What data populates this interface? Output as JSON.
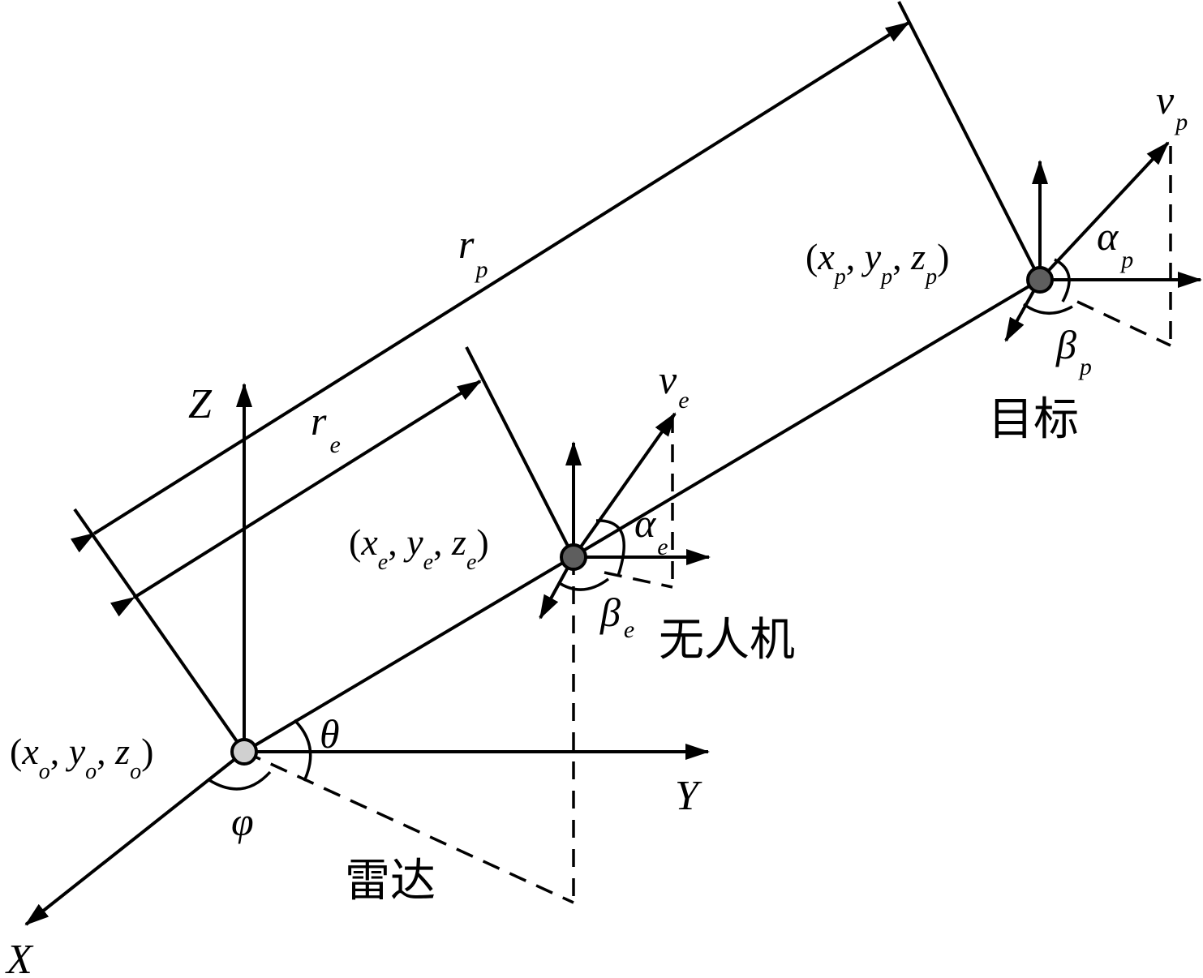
{
  "axes": {
    "x": "X",
    "y": "Y",
    "z": "Z"
  },
  "angles": {
    "theta": "θ",
    "phi": "φ",
    "alpha": "α",
    "beta": "β"
  },
  "nodes": {
    "radar": {
      "label": "雷达",
      "sub": "o"
    },
    "uav": {
      "label": "无人机",
      "sub": "e"
    },
    "target": {
      "label": "目标",
      "sub": "p"
    }
  },
  "symbols": {
    "r": "r",
    "v": "v",
    "x": "x",
    "y": "y",
    "z": "z"
  },
  "colors": {
    "line": "#000000",
    "radar_node": "#d0d0d0",
    "moving_node": "#5e5e5e"
  }
}
